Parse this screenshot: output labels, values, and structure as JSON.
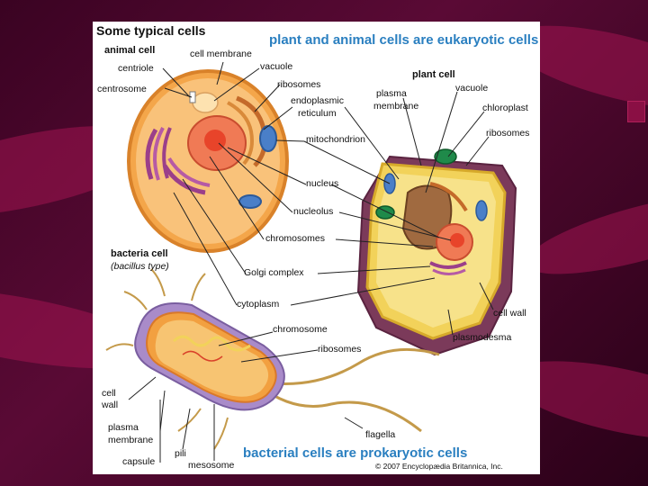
{
  "headings": {
    "title": "Some typical cells",
    "animal": "animal cell",
    "plant": "plant cell",
    "bacteria": "bacteria cell",
    "bacteria_sub": "(bacillus type)"
  },
  "captions": {
    "eukaryotic": "plant and animal cells are eukaryotic cells",
    "prokaryotic": "bacterial cells are prokaryotic cells"
  },
  "labels": {
    "centriole": "centriole",
    "cell_membrane": "cell membrane",
    "vacuole_animal": "vacuole",
    "centrosome": "centrosome",
    "ribosomes_animal": "ribosomes",
    "er_line1": "endoplasmic",
    "er_line2": "reticulum",
    "plasma_membrane_plant_1": "plasma",
    "plasma_membrane_plant_2": "membrane",
    "vacuole_plant": "vacuole",
    "chloroplast": "chloroplast",
    "ribosomes_plant": "ribosomes",
    "mitochondrion": "mitochondrion",
    "nucleus": "nucleus",
    "nucleolus": "nucleolus",
    "chromosomes": "chromosomes",
    "golgi": "Golgi complex",
    "cytoplasm": "cytoplasm",
    "chromosome": "chromosome",
    "ribosomes_bacteria": "ribosomes",
    "cell_wall_plant": "cell wall",
    "plasmodesma": "plasmodesma",
    "cell_wall_bact_1": "cell",
    "cell_wall_bact_2": "wall",
    "plasma_membrane_bact_1": "plasma",
    "plasma_membrane_bact_2": "membrane",
    "capsule": "capsule",
    "pili": "pili",
    "mesosome": "mesosome",
    "flagella": "flagella"
  },
  "credit": "© 2007 Encyclopædia Britannica, Inc."
}
